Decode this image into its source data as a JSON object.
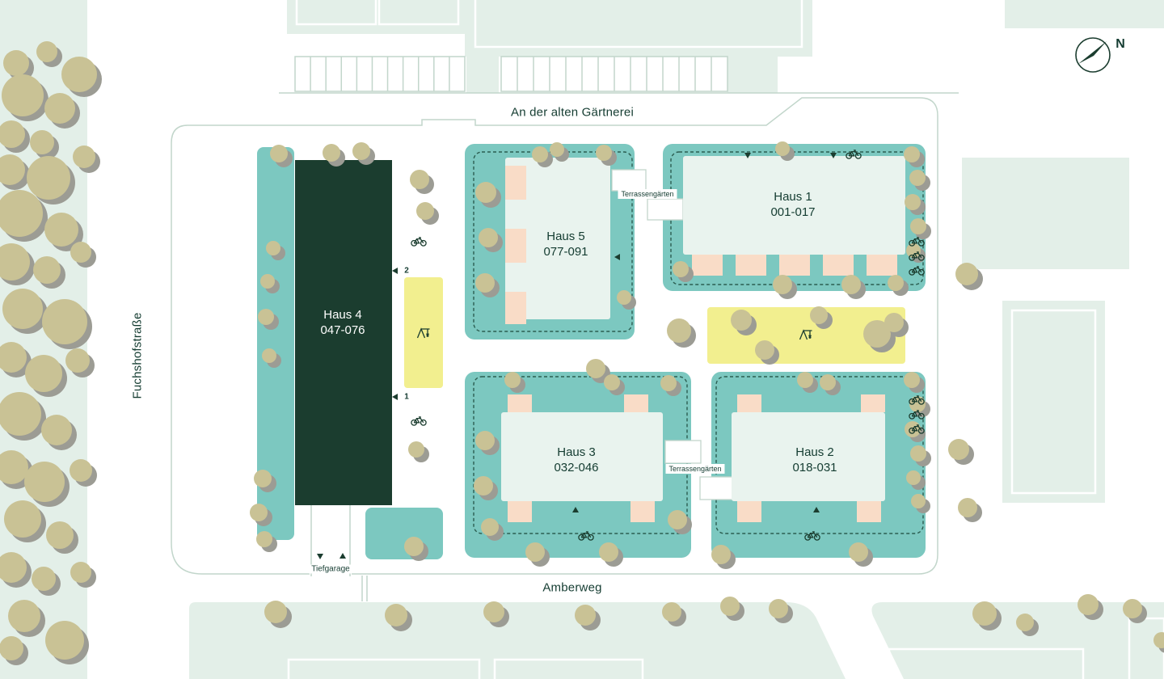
{
  "streets": {
    "top": "An der alten Gärtnerei",
    "left": "Fuchshofstraße",
    "bottom": "Amberweg"
  },
  "buildings": {
    "haus1": {
      "name": "Haus 1",
      "units": "001-017"
    },
    "haus2": {
      "name": "Haus 2",
      "units": "018-031"
    },
    "haus3": {
      "name": "Haus 3",
      "units": "032-046"
    },
    "haus4": {
      "name": "Haus 4",
      "units": "047-076"
    },
    "haus5": {
      "name": "Haus 5",
      "units": "077-091"
    }
  },
  "labels": {
    "terrace_gardens": "Terrassengärten",
    "underground_garage": "Tiefgarage",
    "compass_north": "N",
    "entrance_1": "1",
    "entrance_2": "2"
  },
  "icons": {
    "bicycle": "bicycle-icon",
    "playground": "playground-icon",
    "compass": "compass-icon",
    "tree": "tree"
  },
  "colors": {
    "background": "#ffffff",
    "parcel_green": "#e3efe8",
    "landscape_teal": "#7cc8c0",
    "building_light": "#e9f3ee",
    "building_dark": "#1b3d2f",
    "playground_yellow": "#f2ef8f",
    "terrace_peach": "#f9dcc7",
    "tree_olive": "#c9c295",
    "tree_shadow": "#9c9c94",
    "road_outline": "#c2d6cb",
    "path_dashed": "#2b5d50",
    "text": "#143c31"
  }
}
